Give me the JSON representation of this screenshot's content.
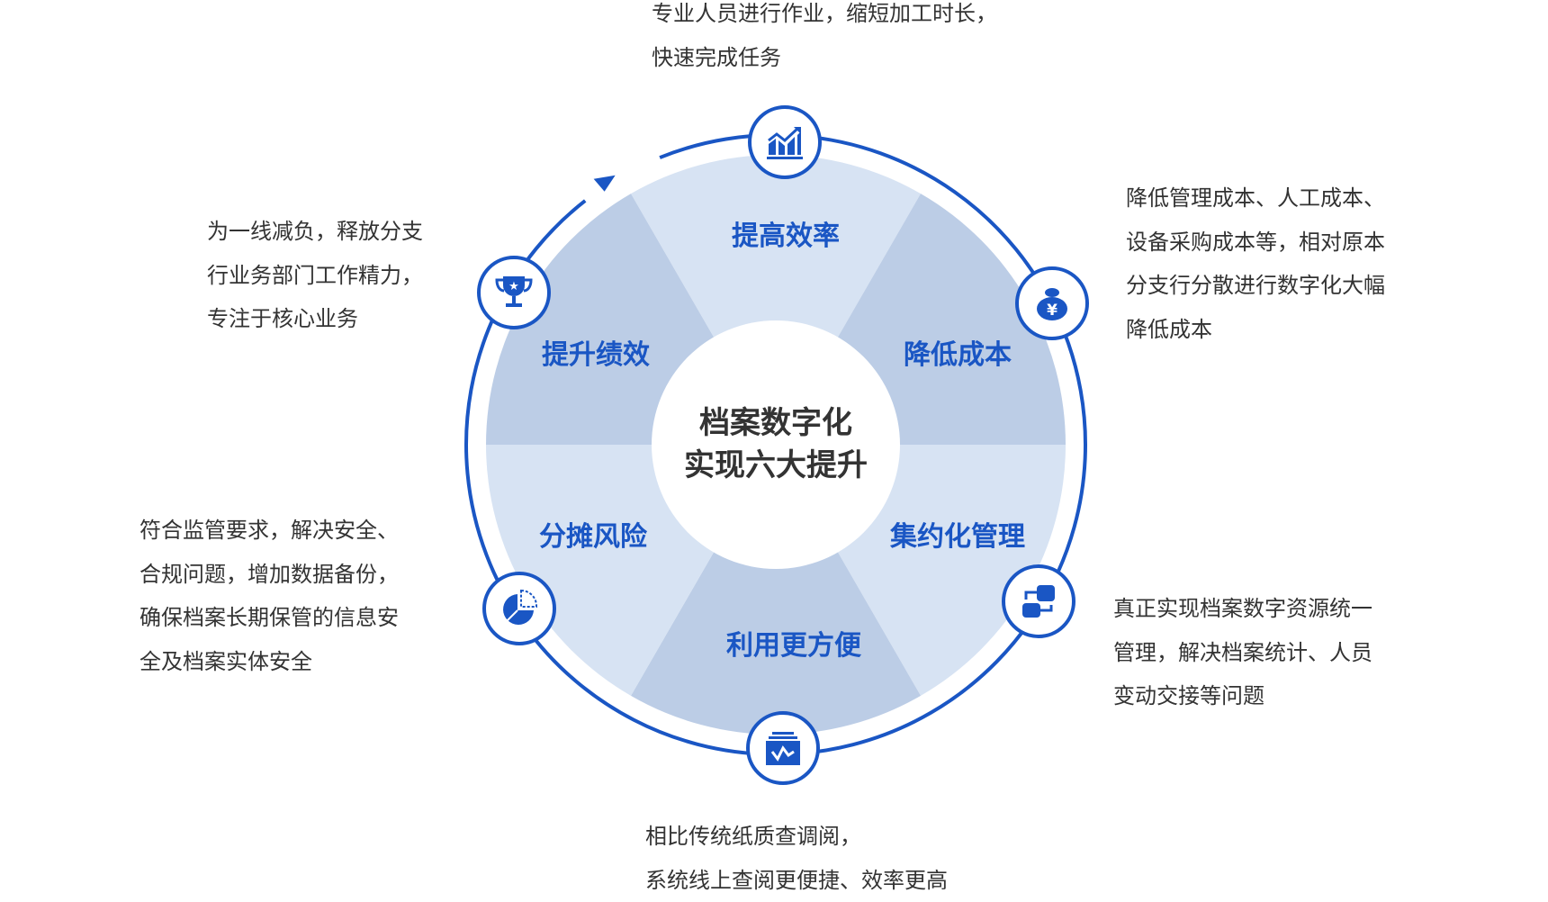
{
  "center_title": [
    "档案数字化",
    "实现六大提升"
  ],
  "sectors": [
    {
      "label": "提高效率",
      "icon": "chart-growth-icon",
      "description": [
        "专业人员进行作业，缩短加工时长，",
        "快速完成任务"
      ]
    },
    {
      "label": "降低成本",
      "icon": "money-bag-icon",
      "description": [
        "降低管理成本、人工成本、",
        "设备采购成本等，相对原本",
        "分支行分散进行数字化大幅",
        "降低成本"
      ]
    },
    {
      "label": "集约化管理",
      "icon": "workflow-icon",
      "description": [
        "真正实现档案数字资源统一",
        "管理，解决档案统计、人员",
        "变动交接等问题"
      ]
    },
    {
      "label": "利用更方便",
      "icon": "archive-box-icon",
      "description": [
        "相比传统纸质查调阅，",
        "系统线上查阅更便捷、效率更高"
      ]
    },
    {
      "label": "分摊风险",
      "icon": "pie-chart-icon",
      "description": [
        "符合监管要求，解决安全、",
        "合规问题，增加数据备份，",
        "确保档案长期保管的信息安",
        "全及档案实体安全"
      ]
    },
    {
      "label": "提升绩效",
      "icon": "trophy-icon",
      "description": [
        "为一线减负，释放分支",
        "行业务部门工作精力，",
        "专注于核心业务"
      ]
    }
  ],
  "colors": {
    "accent": "#1a56c4",
    "light": "#d7e3f3",
    "dark": "#bccde6",
    "text": "#333333"
  }
}
